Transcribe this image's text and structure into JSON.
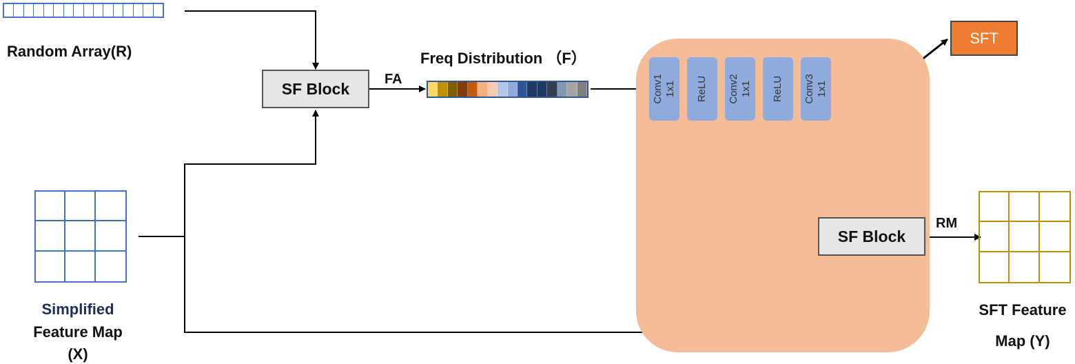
{
  "random_array": {
    "label": "Random Array(R)",
    "cells": 16,
    "color": "#4472c4"
  },
  "sf_block_top": {
    "label": "SF Block"
  },
  "sf_block_bottom": {
    "label": "SF Block"
  },
  "fa_label": "FA",
  "rm_label": "RM",
  "freq_distribution": {
    "label": "Freq Distribution （F）",
    "colors": [
      "#ffd966",
      "#bf9000",
      "#7f6000",
      "#843c0c",
      "#c55a11",
      "#f4b183",
      "#f8cbad",
      "#b4c7e7",
      "#8faadc",
      "#2f5597",
      "#1f3864",
      "#203864",
      "#333f50",
      "#8497b0",
      "#a5a5a5",
      "#7f7f7f"
    ]
  },
  "input_map": {
    "label_line1": "Simplified",
    "label_line2": "Feature Map",
    "label_line3": "(X)",
    "color": "#4472c4"
  },
  "output_map": {
    "label_line1": "SFT Feature",
    "label_line2": "Map (Y)",
    "color": "#bf9000"
  },
  "layers": [
    {
      "line1": "Conv1",
      "line2": "1x1"
    },
    {
      "line1": "ReLU",
      "line2": ""
    },
    {
      "line1": "Conv2",
      "line2": "1x1"
    },
    {
      "line1": "ReLU",
      "line2": ""
    },
    {
      "line1": "Conv3",
      "line2": "1x1"
    }
  ],
  "sft_tag": {
    "label": "SFT",
    "color": "#ed7d31"
  },
  "region_color": "#f5bc98"
}
